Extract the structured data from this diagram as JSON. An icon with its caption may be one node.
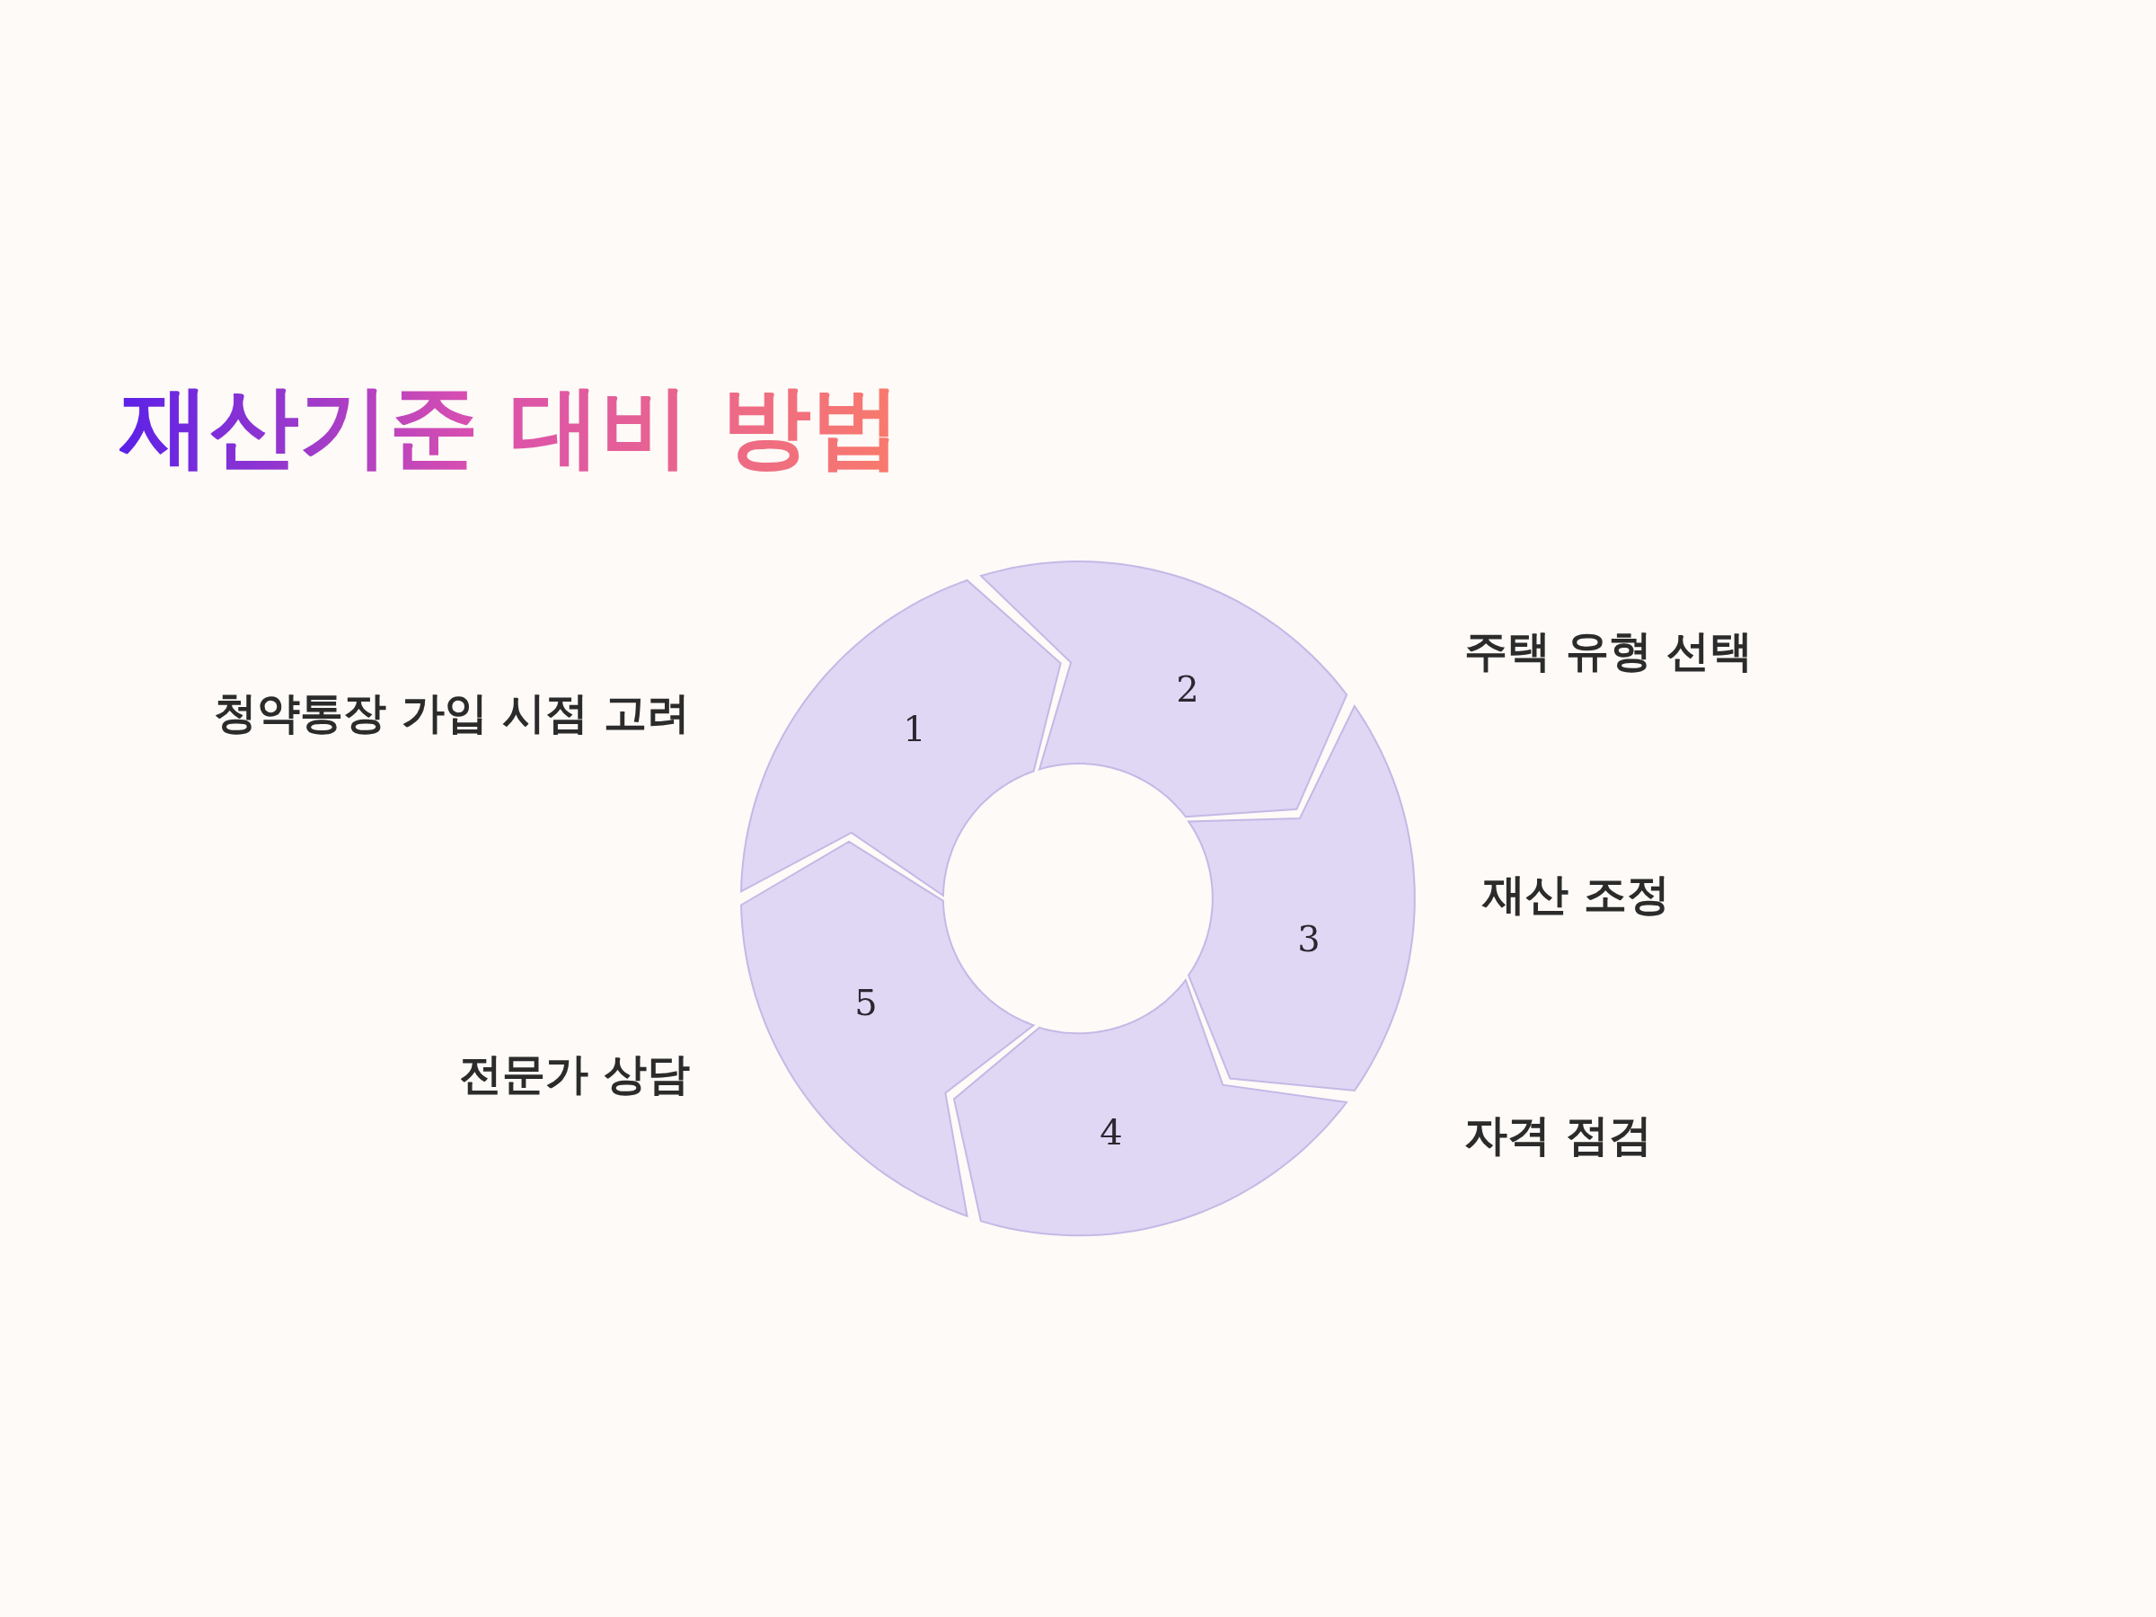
{
  "diagram": {
    "title": "재산기준 대비 방법",
    "nodes": [
      {
        "text": [
          "1"
        ]
      },
      {
        "text": [
          "2"
        ]
      },
      {
        "text": [
          "3"
        ]
      },
      {
        "text": [
          "4"
        ]
      },
      {
        "text": [
          "5"
        ]
      }
    ],
    "labels": [
      "주택 유형 선택",
      "청약통장 가입 시점 고려",
      "재산 조정",
      "전문가 상담",
      "자격 점검"
    ]
  }
}
